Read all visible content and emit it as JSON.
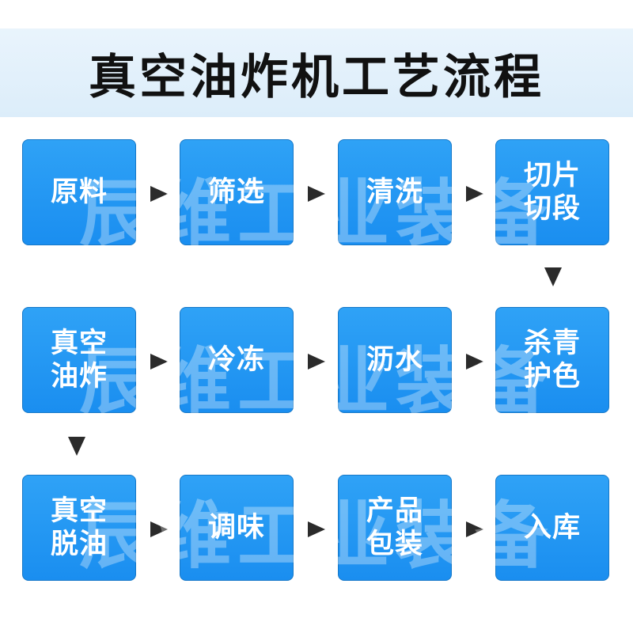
{
  "title": "真空油炸机工艺流程",
  "steps": [
    {
      "lines": [
        "原料"
      ]
    },
    {
      "lines": [
        "筛选"
      ]
    },
    {
      "lines": [
        "清洗"
      ]
    },
    {
      "lines": [
        "切片",
        "切段"
      ]
    },
    {
      "lines": [
        "真空",
        "油炸"
      ]
    },
    {
      "lines": [
        "冷冻"
      ]
    },
    {
      "lines": [
        "沥水"
      ]
    },
    {
      "lines": [
        "杀青",
        "护色"
      ]
    },
    {
      "lines": [
        "真空",
        "脱油"
      ]
    },
    {
      "lines": [
        "调味"
      ]
    },
    {
      "lines": [
        "产品",
        "包装"
      ]
    },
    {
      "lines": [
        "入库"
      ]
    }
  ],
  "watermark": "辰维工业装备",
  "colors": {
    "box": "#1a8ef0",
    "arrow": "#2b2b2b",
    "header_bg": "#dcedfa"
  }
}
